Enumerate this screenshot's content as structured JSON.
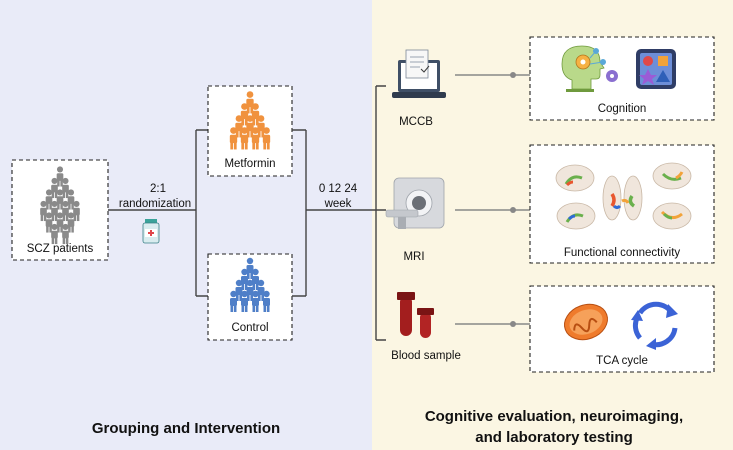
{
  "panels": {
    "left_title": "Grouping and Intervention",
    "right_title_line1": "Cognitive evaluation, neuroimaging,",
    "right_title_line2": "and laboratory testing"
  },
  "groups": {
    "patients": "SCZ patients",
    "ratio": "2:1",
    "randomization": "randomization",
    "treatment": "Metformin",
    "control": "Control"
  },
  "timeline": {
    "weeks": "0 12 24",
    "unit": "week"
  },
  "assessments": [
    {
      "source": "MCCB",
      "outcome": "Cognition"
    },
    {
      "source": "MRI",
      "outcome": "Functional connectivity"
    },
    {
      "source": "Blood sample",
      "outcome": "TCA cycle"
    }
  ],
  "colors": {
    "left_bg": "#e9ebf8",
    "right_bg": "#fbf6e3",
    "patients": "#8a8a8a",
    "metformin": "#f0923e",
    "control": "#4f7fc8",
    "blood": "#a31e1e",
    "mitochondria": "#ef7b2c",
    "cycle": "#3b63d6"
  },
  "icons": [
    "person-icon",
    "medicine-bottle-icon",
    "laptop-icon",
    "mri-scanner-icon",
    "test-tubes-icon",
    "brain-gear-icon",
    "shapes-puzzle-icon",
    "brain-icon",
    "mitochondria-icon",
    "cycle-arrows-icon"
  ]
}
